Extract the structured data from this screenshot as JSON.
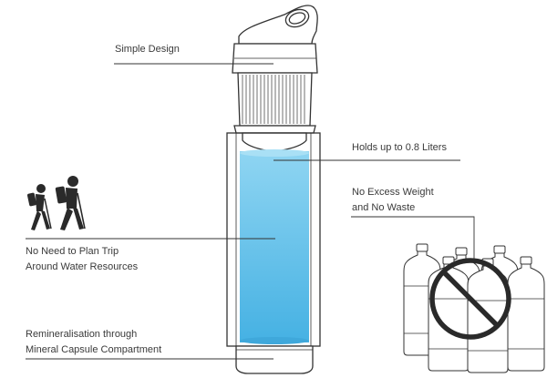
{
  "labels": {
    "simple_design": "Simple Design",
    "capacity": "Holds up to 0.8 Liters",
    "weight_line1": "No Excess Weight",
    "weight_line2": "and No Waste",
    "plan_line1": "No Need to Plan Trip",
    "plan_line2": "Around Water Resources",
    "mineral_line1": "Remineralisation through",
    "mineral_line2": "Mineral Capsule Compartment"
  },
  "icons": [
    "hikers-icon",
    "water-bottles-icon",
    "no-symbol-icon",
    "filter-bottle-icon"
  ],
  "colors": {
    "line": "#333333",
    "water_top": "#8fd5f2",
    "water_bottom": "#45b1e3",
    "text": "#3a3a3a"
  }
}
